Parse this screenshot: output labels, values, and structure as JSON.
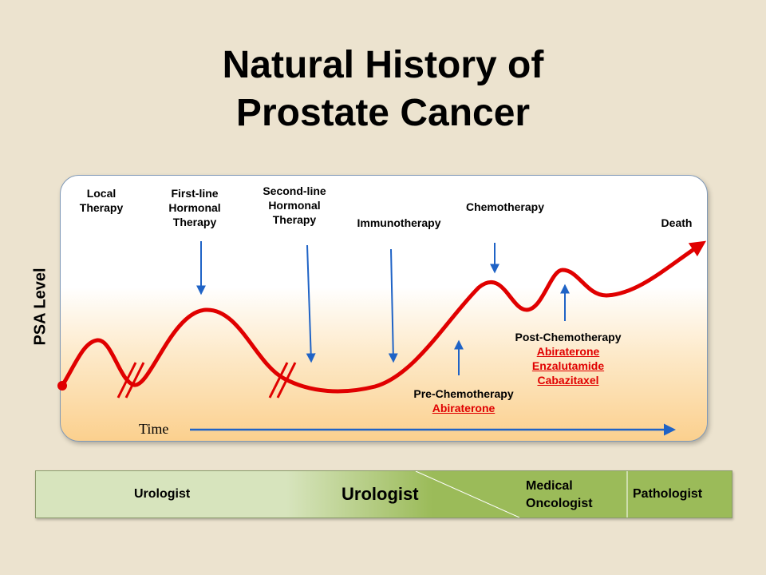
{
  "title": {
    "line1": "Natural History of",
    "line2": "Prostate Cancer"
  },
  "axis": {
    "y_label": "PSA Level",
    "x_label": "Time"
  },
  "stages": {
    "local": [
      "Local",
      "Therapy"
    ],
    "first_line": [
      "First-line",
      "Hormonal",
      "Therapy"
    ],
    "second_line": [
      "Second-line",
      "Hormonal",
      "Therapy"
    ],
    "immunotherapy": "Immunotherapy",
    "chemotherapy": "Chemotherapy",
    "death": "Death"
  },
  "pre_chemo": {
    "heading": "Pre-Chemotherapy",
    "drugs": [
      "Abiraterone"
    ]
  },
  "post_chemo": {
    "heading": "Post-Chemotherapy",
    "drugs": [
      "Abiraterone",
      "Enzalutamide",
      "Cabazitaxel"
    ]
  },
  "specialists": {
    "left": "Urologist",
    "center": "Urologist",
    "medical": [
      "Medical",
      "Oncologist"
    ],
    "pathologist": "Pathologist"
  },
  "colors": {
    "curve": "#e00000",
    "arrow": "#1f63c6",
    "drug_text": "#e00000",
    "bar_light": "#d7e4bd",
    "bar_dark": "#9bbb59"
  }
}
